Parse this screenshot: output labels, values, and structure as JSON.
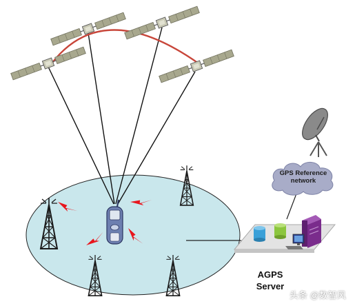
{
  "diagram": {
    "cloud": {
      "line1": "GPS Reference",
      "line2": "network"
    },
    "server": {
      "line1": "AGPS",
      "line2": "Server"
    },
    "watermark": "头条 @数智风",
    "colors": {
      "coverage": "#c9e7ec",
      "orbit_arc": "#c8463a",
      "signal_bolt": "#e8161d",
      "cloud": "#a8acc8",
      "panel": "#a8a88e",
      "server_purple": "#7a2c8c",
      "db_blue": "#3aa0d8",
      "db_green": "#8cc63e"
    }
  }
}
